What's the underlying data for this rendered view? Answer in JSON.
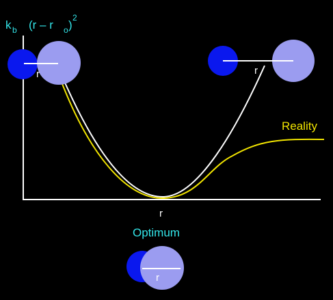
{
  "formula": {
    "k": "k",
    "k_sub": "b",
    "paren_open": "(r – r",
    "r_sub": "o",
    "paren_close": ")",
    "power": "2"
  },
  "axis": {
    "x_label": "r"
  },
  "curves": {
    "reality_label": "Reality",
    "harmonic_color": "#ffffff",
    "reality_color": "#f1e400"
  },
  "molecules": {
    "left_label": "r",
    "right_label": "r",
    "optimum_title": "Optimum",
    "optimum_label": "r",
    "atom1_color": "#0a18ee",
    "atom2_color": "#9b9cf0"
  },
  "colors": {
    "background": "#000000",
    "axis": "#ffffff",
    "text_cyan": "#33e6ea"
  }
}
